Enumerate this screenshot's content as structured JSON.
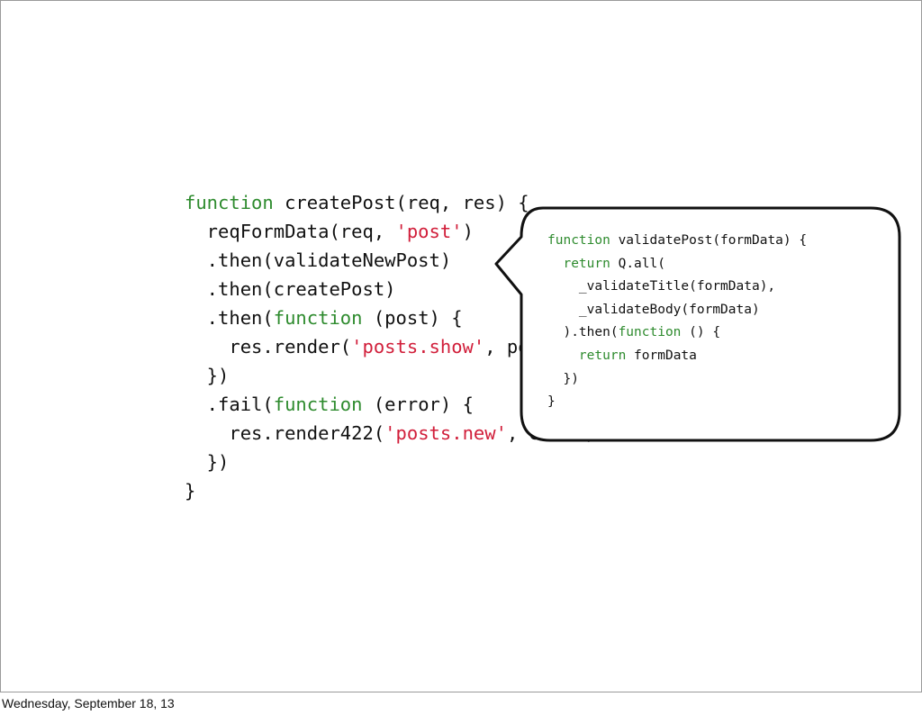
{
  "main_code": {
    "lines": [
      [
        {
          "t": "function",
          "c": "kw"
        },
        {
          "t": " createPost(req, res) {"
        }
      ],
      [
        {
          "t": "  reqFormData(req, "
        },
        {
          "t": "'post'",
          "c": "str"
        },
        {
          "t": ")"
        }
      ],
      [
        {
          "t": "  .then(validateNewPost)"
        }
      ],
      [
        {
          "t": "  .then(createPost)"
        }
      ],
      [
        {
          "t": "  .then("
        },
        {
          "t": "function",
          "c": "kw"
        },
        {
          "t": " (post) {"
        }
      ],
      [
        {
          "t": "    res.render("
        },
        {
          "t": "'posts.show'",
          "c": "str"
        },
        {
          "t": ", post)"
        }
      ],
      [
        {
          "t": "  })"
        }
      ],
      [
        {
          "t": "  .fail("
        },
        {
          "t": "function",
          "c": "kw"
        },
        {
          "t": " (error) {"
        }
      ],
      [
        {
          "t": "    res.render422("
        },
        {
          "t": "'posts.new'",
          "c": "str"
        },
        {
          "t": ", error)"
        }
      ],
      [
        {
          "t": "  })"
        }
      ],
      [
        {
          "t": "}"
        }
      ]
    ]
  },
  "bubble_code": {
    "lines": [
      [
        {
          "t": "function",
          "c": "kw"
        },
        {
          "t": " validatePost(formData) {"
        }
      ],
      [
        {
          "t": "  "
        },
        {
          "t": "return",
          "c": "kw"
        },
        {
          "t": " Q.all("
        }
      ],
      [
        {
          "t": "    _validateTitle(formData),"
        }
      ],
      [
        {
          "t": "    _validateBody(formData)"
        }
      ],
      [
        {
          "t": "  ).then("
        },
        {
          "t": "function",
          "c": "kw"
        },
        {
          "t": " () {"
        }
      ],
      [
        {
          "t": "    "
        },
        {
          "t": "return",
          "c": "kw"
        },
        {
          "t": " formData"
        }
      ],
      [
        {
          "t": "  })"
        }
      ],
      [
        {
          "t": "}"
        }
      ]
    ]
  },
  "footer": {
    "date": "Wednesday, September 18, 13"
  },
  "colors": {
    "keyword": "#2e8b2e",
    "string": "#d11e3a",
    "text": "#111111"
  }
}
